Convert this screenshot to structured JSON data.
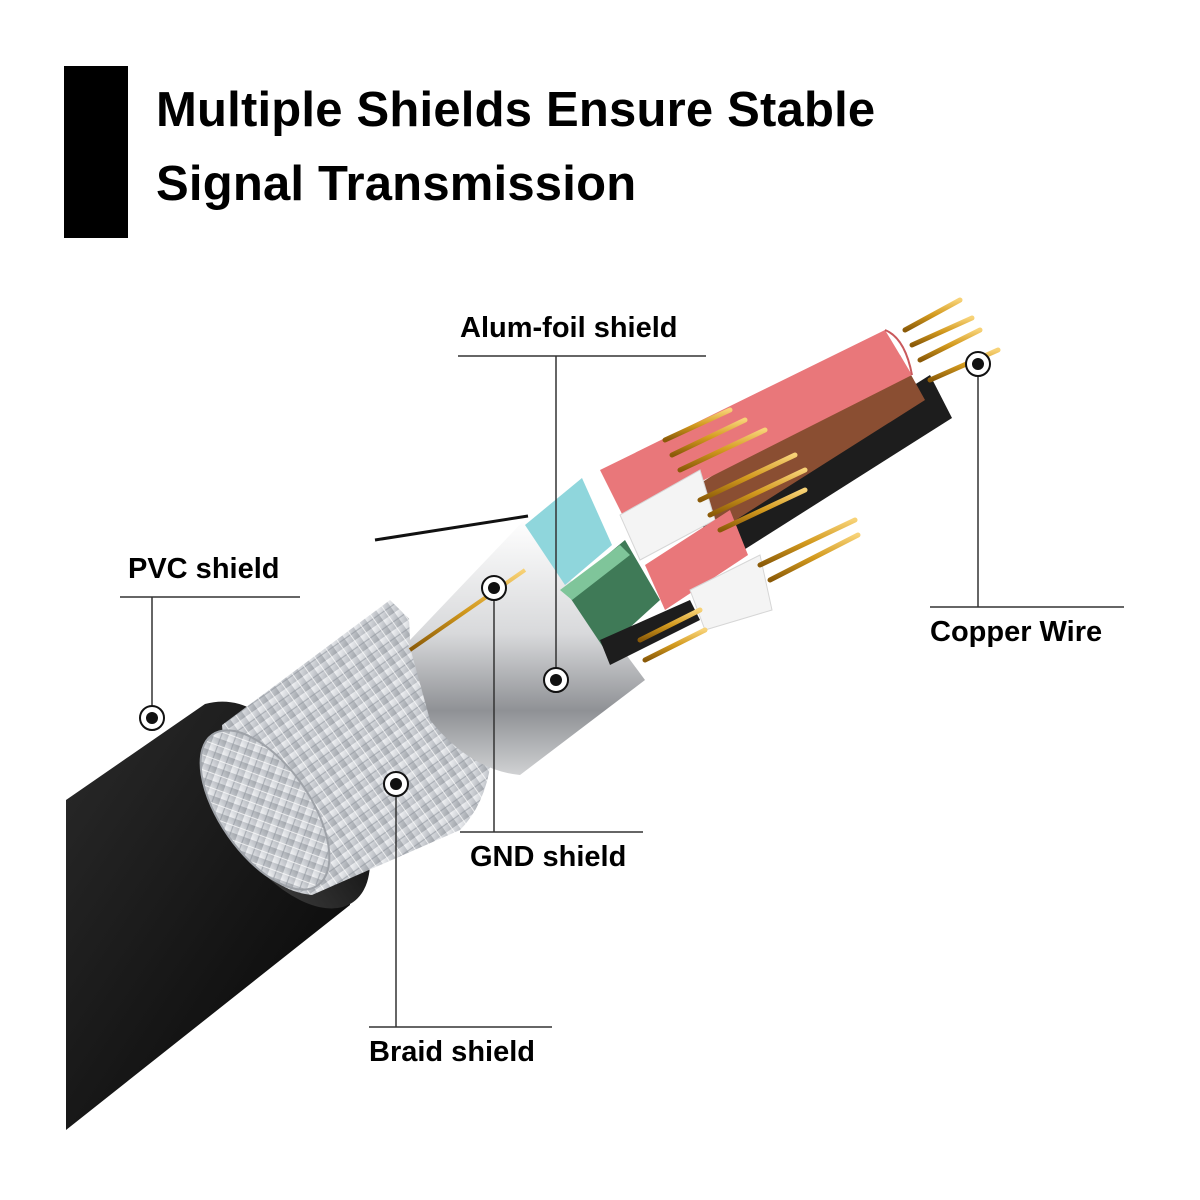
{
  "title": {
    "line1": "Multiple Shields Ensure Stable",
    "line2": "Signal Transmission"
  },
  "callouts": {
    "alum_foil": "Alum-foil shield",
    "pvc": "PVC shield",
    "copper": "Copper Wire",
    "gnd": "GND shield",
    "braid": "Braid shield"
  },
  "colors": {
    "jacket": "#111111",
    "braid": "#cfd2d6",
    "gnd_foil": "#e8e8ea",
    "alum_foil_cyan": "#8fd6dc",
    "green_foil": "#3f7a57",
    "red_wire": "#e9777a",
    "brown_wire": "#8a4e32",
    "black_wire": "#1d1d1d",
    "white_wire": "#f4f4f4",
    "copper": "#d39a1e"
  }
}
